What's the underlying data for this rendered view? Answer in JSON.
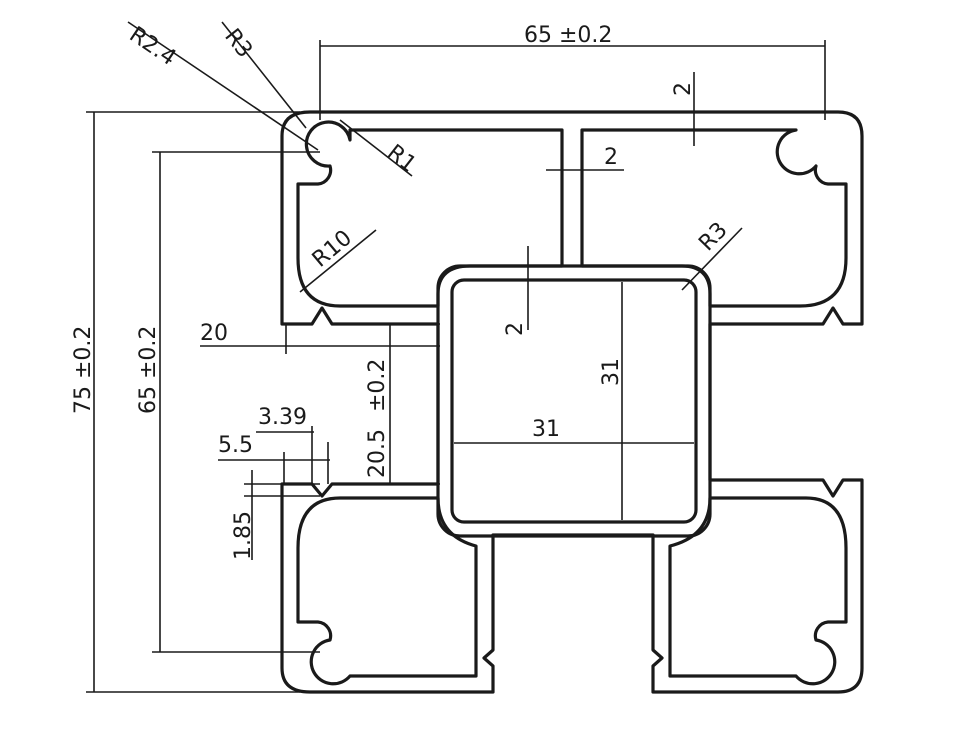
{
  "drawing": {
    "labels": {
      "width_overall": "65  ±0.2",
      "height_overall": "75  ±0.2",
      "height_slot_span": "65  ±0.2",
      "radius_r24": "R2.4",
      "radius_r3_top": "R3",
      "radius_r1": "R1",
      "radius_r10": "R10",
      "radius_r3_right": "R3",
      "wall_2_top": "2",
      "wall_2_mid": "2",
      "wall_2_center": "2",
      "dim_20": "20",
      "dim_20_5": "20.5",
      "dim_tol": "±0.2",
      "dim_3_39": "3.39",
      "dim_5_5": "5.5",
      "dim_1_85": "1.85",
      "core_width": "31",
      "core_height": "31"
    }
  }
}
